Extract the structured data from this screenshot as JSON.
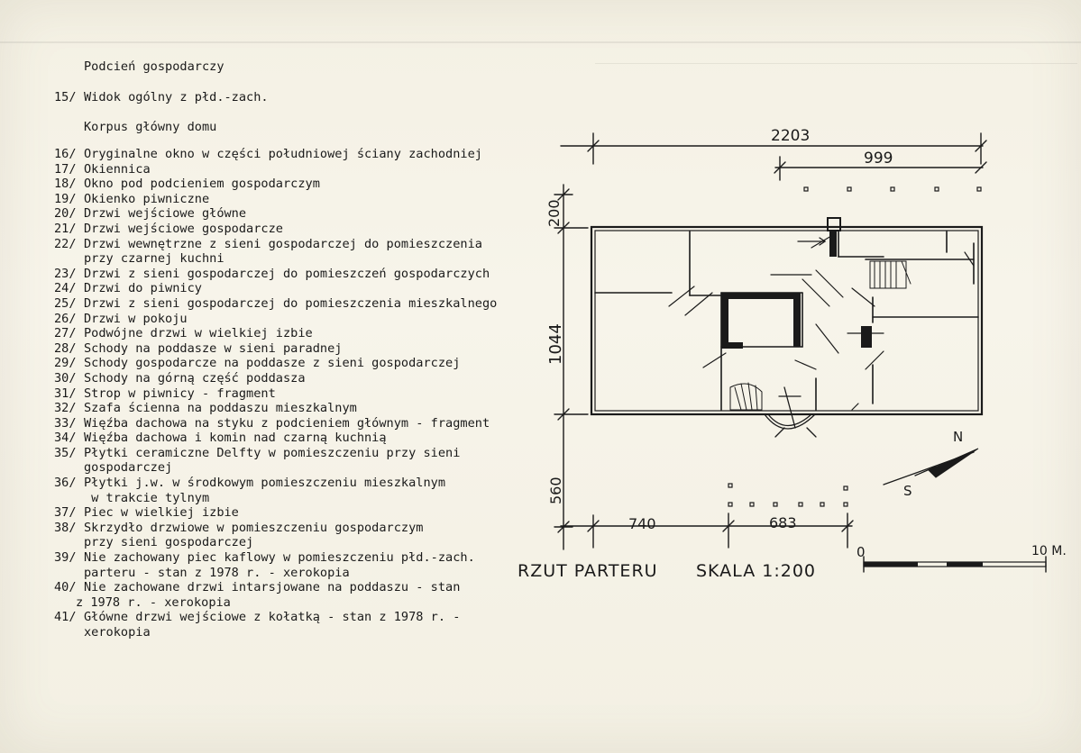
{
  "sections": {
    "podcien": "Podcień gospodarczy",
    "item15_num": "15/",
    "item15": "Widok ogólny z płd.-zach.",
    "korpus": "Korpus główny domu"
  },
  "items": [
    {
      "num": "16/",
      "lines": [
        "Oryginalne okno w części południowej ściany zachodniej"
      ]
    },
    {
      "num": "17/",
      "lines": [
        "Okiennica"
      ]
    },
    {
      "num": "18/",
      "lines": [
        "Okno pod podcieniem gospodarczym"
      ]
    },
    {
      "num": "19/",
      "lines": [
        "Okienko piwniczne"
      ]
    },
    {
      "num": "20/",
      "lines": [
        "Drzwi wejściowe główne"
      ]
    },
    {
      "num": "21/",
      "lines": [
        "Drzwi wejściowe gospodarcze"
      ]
    },
    {
      "num": "22/",
      "lines": [
        "Drzwi wewnętrzne z sieni gospodarczej do pomieszczenia",
        "przy czarnej kuchni"
      ]
    },
    {
      "num": "23/",
      "lines": [
        "Drzwi z sieni gospodarczej do pomieszczeń gospodarczych"
      ]
    },
    {
      "num": "24/",
      "lines": [
        "Drzwi do piwnicy"
      ]
    },
    {
      "num": "25/",
      "lines": [
        "Drzwi z sieni gospodarczej do pomieszczenia mieszkalnego"
      ]
    },
    {
      "num": "26/",
      "lines": [
        "Drzwi w pokoju"
      ]
    },
    {
      "num": "27/",
      "lines": [
        "Podwójne drzwi w wielkiej izbie"
      ]
    },
    {
      "num": "28/",
      "lines": [
        "Schody na poddasze w sieni paradnej"
      ]
    },
    {
      "num": "29/",
      "lines": [
        "Schody gospodarcze na poddasze z sieni gospodarczej"
      ]
    },
    {
      "num": "30/",
      "lines": [
        "Schody na górną część poddasza"
      ]
    },
    {
      "num": "31/",
      "lines": [
        "Strop w piwnicy - fragment"
      ]
    },
    {
      "num": "32/",
      "lines": [
        "Szafa ścienna na poddaszu mieszkalnym"
      ]
    },
    {
      "num": "33/",
      "lines": [
        "Więźba dachowa na styku z podcieniem głównym - fragment"
      ]
    },
    {
      "num": "34/",
      "lines": [
        "Więźba dachowa i komin nad czarną kuchnią"
      ]
    },
    {
      "num": "35/",
      "lines": [
        "Płytki ceramiczne Delfty w pomieszczeniu przy sieni",
        "gospodarczej"
      ]
    },
    {
      "num": "36/",
      "lines": [
        "Płytki j.w. w środkowym pomieszczeniu mieszkalnym",
        " w trakcie tylnym"
      ]
    },
    {
      "num": "37/",
      "lines": [
        "Piec w wielkiej izbie"
      ]
    },
    {
      "num": "38/",
      "lines": [
        "Skrzydło drzwiowe w pomieszczeniu gospodarczym",
        "przy sieni gospodarczej"
      ]
    },
    {
      "num": "39/",
      "lines": [
        "Nie zachowany piec kaflowy w pomieszczeniu płd.-zach.",
        "parteru - stan z 1978 r. - xerokopia"
      ]
    },
    {
      "num": "40/",
      "lines": [
        "Nie zachowane drzwi intarsjowane na poddaszu - stan",
        "z 1978 r. - xerokopia"
      ],
      "outdent": true
    },
    {
      "num": "41/",
      "lines": [
        "Główne drzwi wejściowe z kołatką - stan z 1978 r. -",
        "xerokopia"
      ]
    }
  ],
  "plan": {
    "dim_total": "2203",
    "dim_right": "999",
    "dim_top_left": "200",
    "dim_height": "1044",
    "dim_bottom_left": "560",
    "dim_bottom_a": "740",
    "dim_bottom_b": "683",
    "north": "N",
    "south": "S",
    "caption": "RZUT PARTERU",
    "scale": "SKALA 1:200",
    "scale_zero": "0",
    "scale_end": "10 M."
  },
  "colors": {
    "paper": "#f6f3e8",
    "ink": "#1a1a1a"
  }
}
